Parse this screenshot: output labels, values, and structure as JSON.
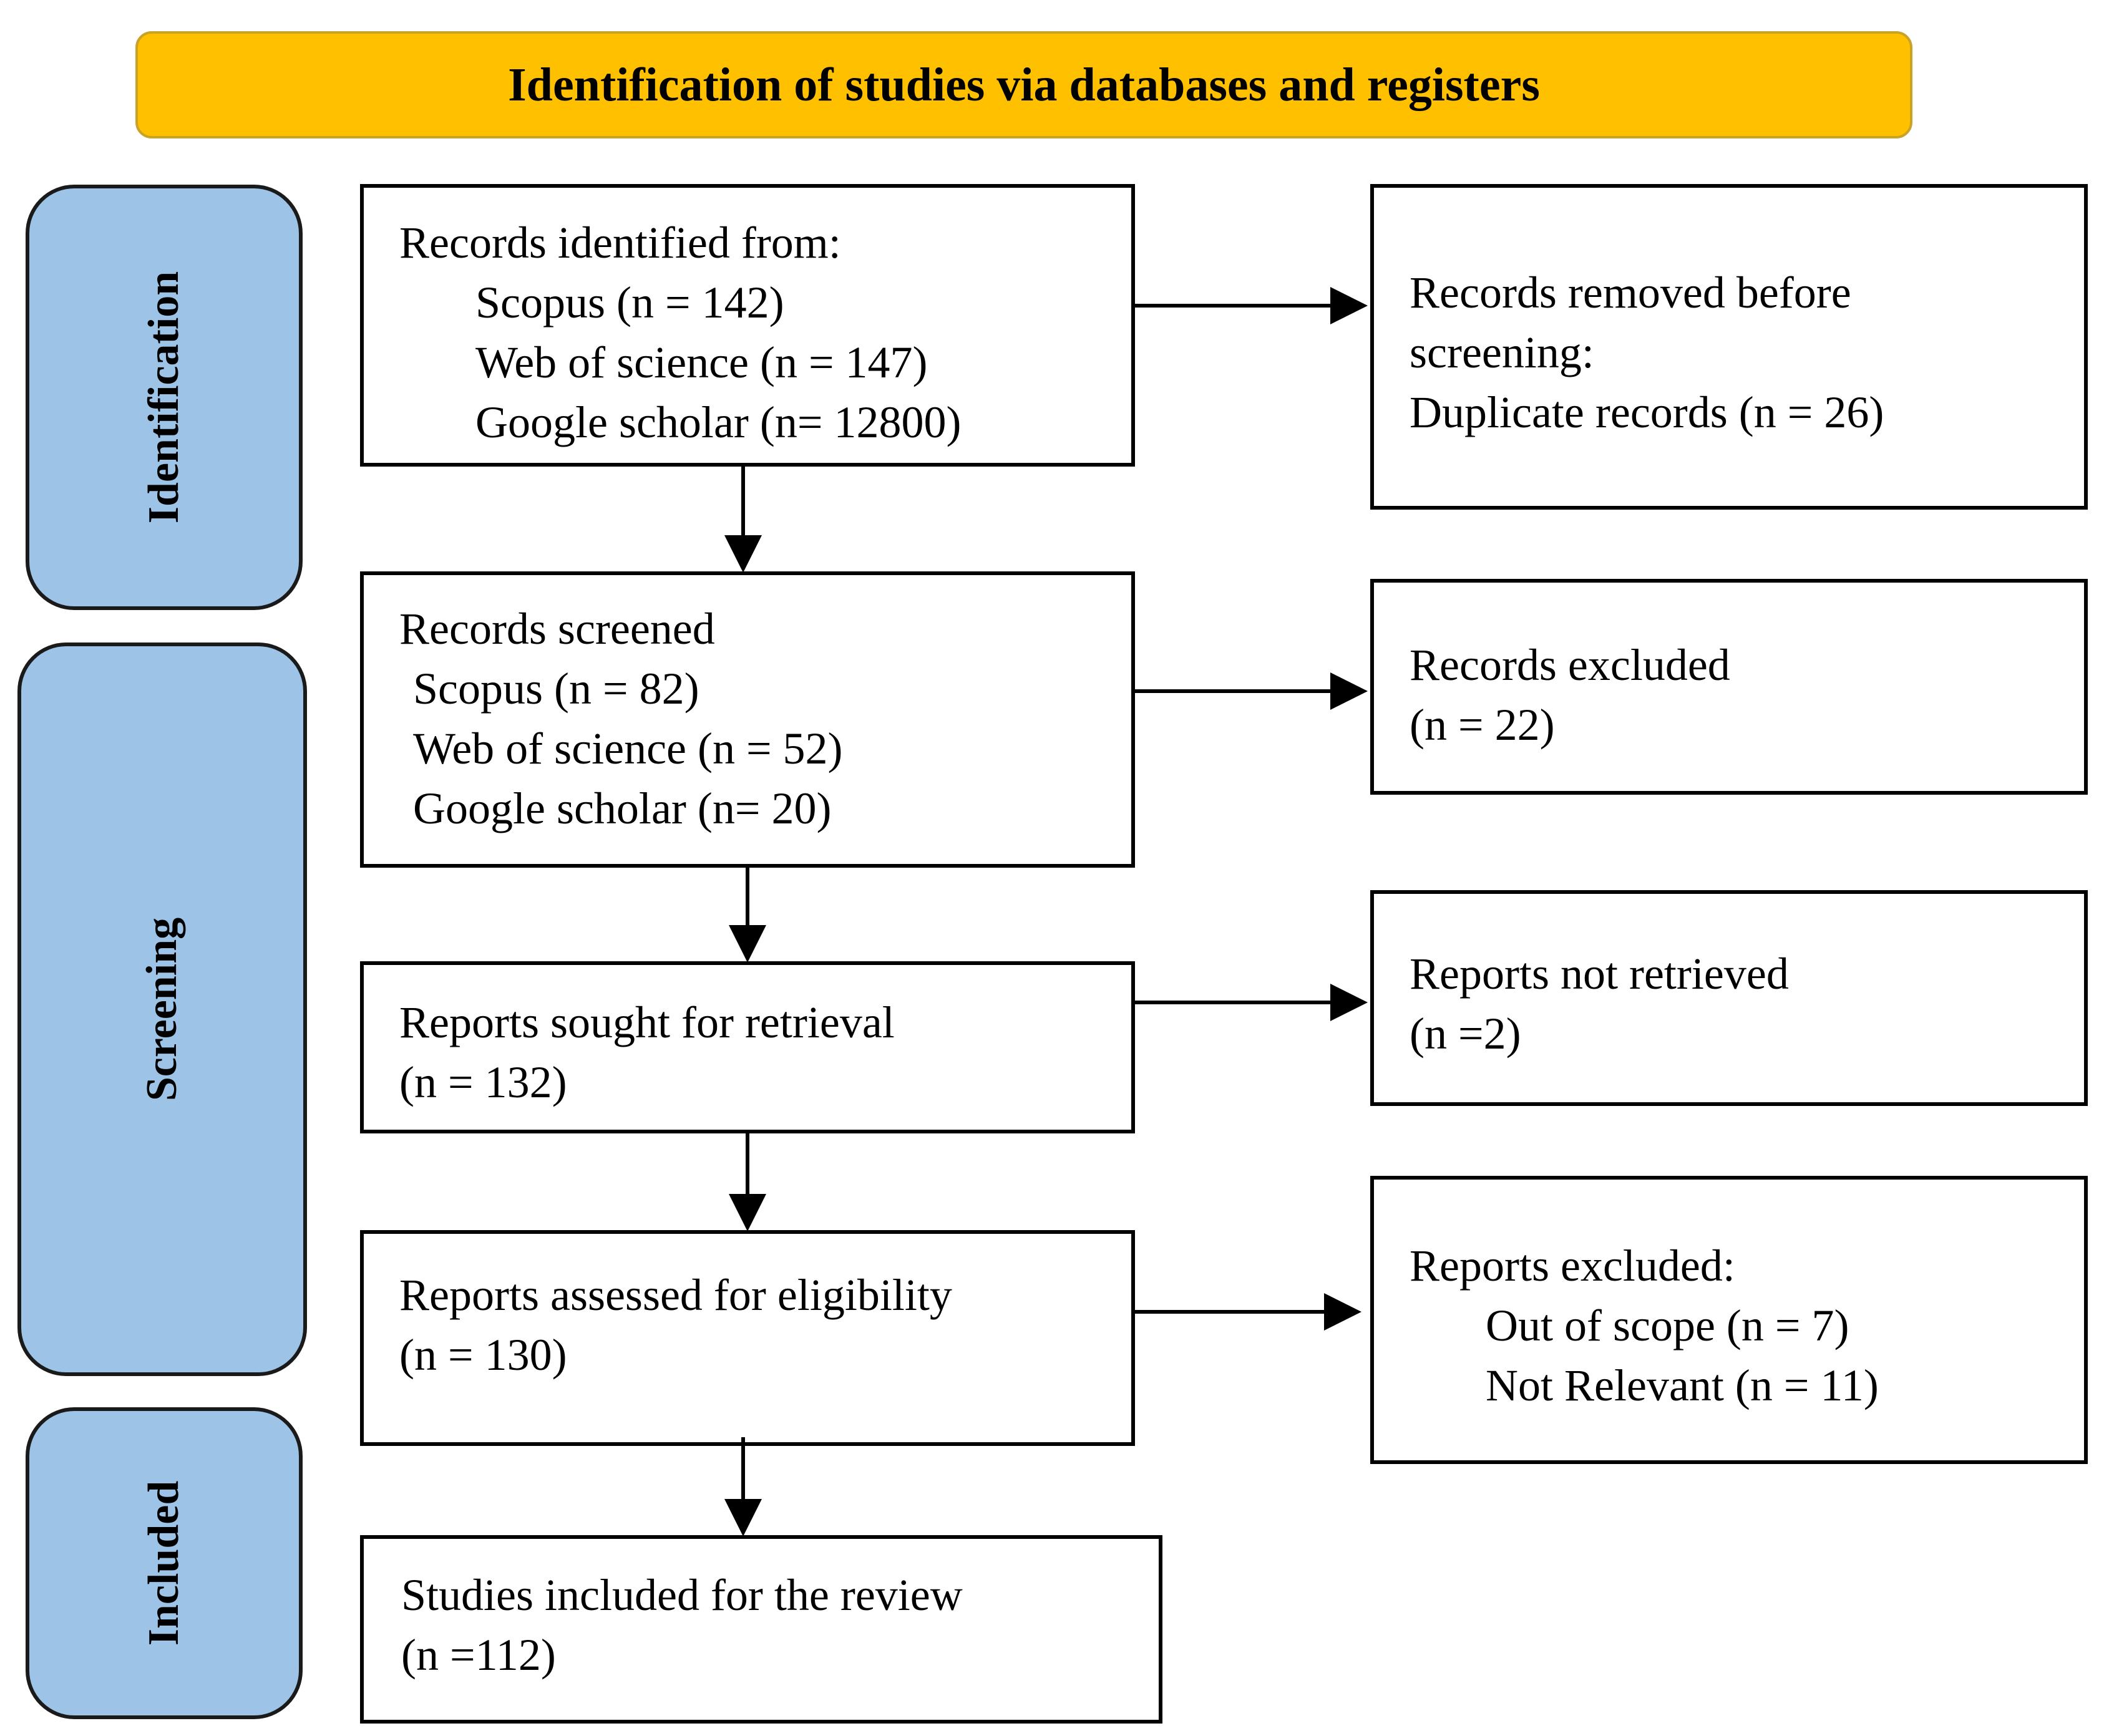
{
  "header": {
    "title": "Identification of studies via databases and registers"
  },
  "phases": {
    "identification": "Identification",
    "screening": "Screening",
    "included": "Included"
  },
  "boxes": {
    "records_identified": {
      "heading": "Records identified from:",
      "scopus": "Scopus (n = 142)",
      "wos": "Web of science (n = 147)",
      "scholar": "Google scholar (n= 12800)"
    },
    "records_removed": {
      "line1": "Records removed before",
      "line2": "screening:",
      "line3": "Duplicate records (n = 26)"
    },
    "records_screened": {
      "heading": "Records screened",
      "scopus": "Scopus (n = 82)",
      "wos": "Web of science (n = 52)",
      "scholar": "Google scholar (n= 20)"
    },
    "records_excluded": {
      "heading": "Records excluded",
      "count": "(n = 22)"
    },
    "reports_sought": {
      "heading": "Reports sought for retrieval",
      "count": "(n = 132)"
    },
    "reports_not_retrieved": {
      "heading": "Reports not retrieved",
      "count": "(n =2)"
    },
    "reports_assessed": {
      "heading": "Reports assessed for eligibility",
      "count": "(n = 130)"
    },
    "reports_excluded": {
      "heading": "Reports excluded:",
      "out_of_scope": "Out of scope (n = 7)",
      "not_relevant": "Not Relevant (n = 11)"
    },
    "studies_included": {
      "heading": "Studies included for the review",
      "count": "(n =112)"
    }
  }
}
